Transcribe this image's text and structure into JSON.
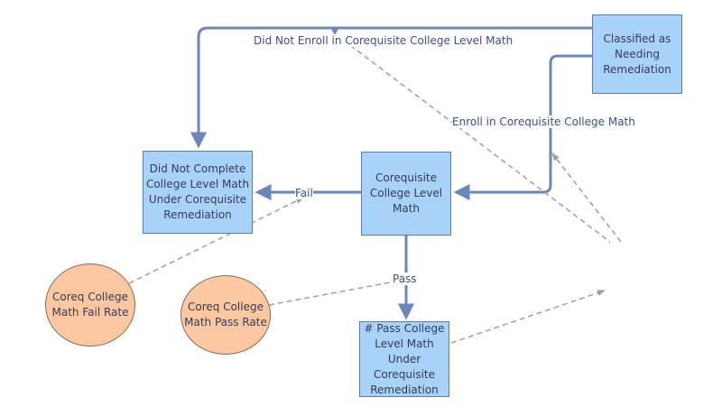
{
  "nodes": {
    "classified": "Classified as Needing Remediation",
    "coreq_math": "Corequisite College Level Math",
    "did_not_complete": "Did Not Complete College Level Math Under Corequisite Remediation",
    "pass_college": "# Pass College Level Math Under Corequisite Remediation",
    "fail_rate": "Coreq College Math Fail Rate",
    "pass_rate": "Coreq College Math Pass Rate"
  },
  "edges": {
    "did_not_enroll": "Did Not Enroll in Corequisite College Level Math",
    "enroll": "Enroll in Corequisite College Math",
    "fail": "Fail",
    "pass": "Pass"
  },
  "colors": {
    "flow": "#6b86ba",
    "box_fill": "#a9d2f8",
    "ellipse_fill": "#fcc8a2",
    "influence": "#a0a0a0"
  }
}
